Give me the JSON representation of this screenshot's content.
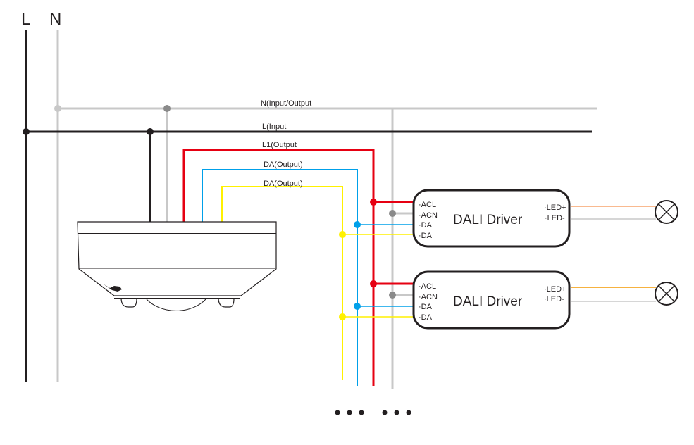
{
  "mains": {
    "l_label": "L",
    "n_label": "N"
  },
  "wires": {
    "n": "N(Input/Output",
    "l": "L(Input",
    "l1": "L1(Output",
    "da1": "DA(Output)",
    "da2": "DA(Output)"
  },
  "drivers": [
    {
      "title": "DALI Driver",
      "inputs": [
        "·ACL",
        "·ACN",
        "·DA",
        "·DA"
      ],
      "outputs": [
        "·LED+",
        "·LED-"
      ]
    },
    {
      "title": "DALI Driver",
      "inputs": [
        "·ACL",
        "·ACN",
        "·DA",
        "·DA"
      ],
      "outputs": [
        "·LED+",
        "·LED-"
      ]
    }
  ],
  "colors": {
    "live": "#231f20",
    "neutral": "#c8c8c8",
    "junction_neutral": "#8a8a8a",
    "l1_output": "#e60012",
    "da_blue": "#00a0e9",
    "da_yellow": "#fff100",
    "led_plus": "#f39800",
    "led_minus": "#c8c8c8"
  },
  "continuation_icon": "ellipsis-icon"
}
